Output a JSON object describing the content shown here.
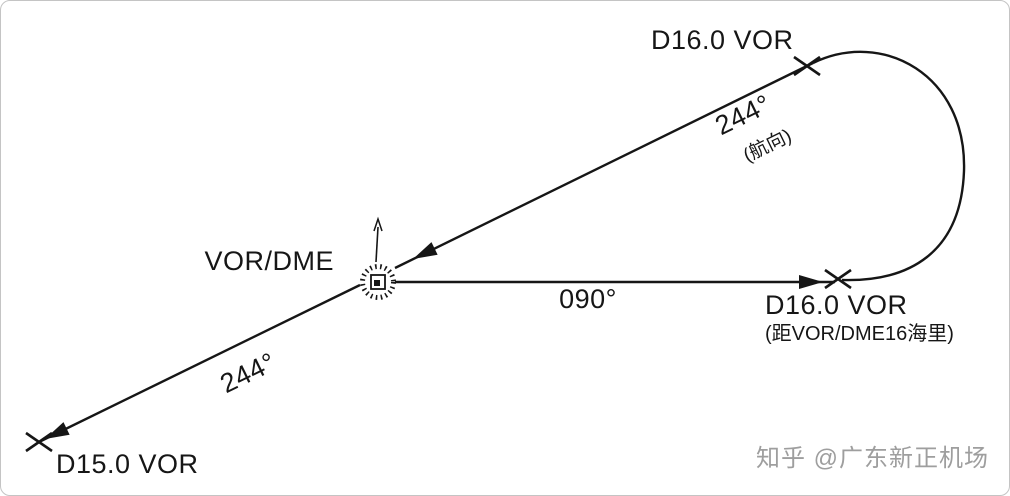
{
  "labels": {
    "station": "VOR/DME",
    "fix_top": "D16.0 VOR",
    "fix_right_line1": "D16.0 VOR",
    "fix_right_line2": "(距VOR/DME16海里)",
    "fix_bottom_left": "D15.0 VOR",
    "course_inbound": "244°",
    "course_inbound_note": "(航向)",
    "radial_outbound": "244°",
    "course_east": "090°"
  },
  "watermark": "知乎 @广东新正机场",
  "colors": {
    "line": "#161616",
    "text": "#161616",
    "watermark": "#9e9e9e",
    "background": "#ffffff",
    "border": "#c4c4c4"
  }
}
